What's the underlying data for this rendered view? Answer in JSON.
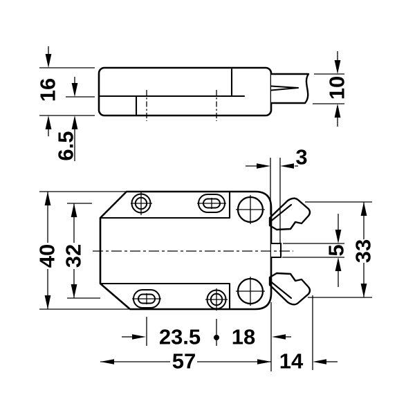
{
  "drawing": {
    "background_color": "#ffffff",
    "line_color": "#000000",
    "kind": "push-latch dimensioned technical drawing",
    "views": "side profile (top), front elevation (bottom)"
  },
  "side_view": {
    "dim_total_height": "16",
    "dim_flange_height": "6.5",
    "dim_plunger_height": "10"
  },
  "front_view": {
    "dim_plunger_protrusion": "3",
    "dim_body_height": "40",
    "dim_hole_spacing_vertical": "32",
    "dim_trigger_height": "5",
    "dim_hook_span": "33",
    "dim_hole_offset": "23.5",
    "dim_hole_to_edge": "18",
    "dim_body_width": "57",
    "dim_hook_projection": "14"
  }
}
